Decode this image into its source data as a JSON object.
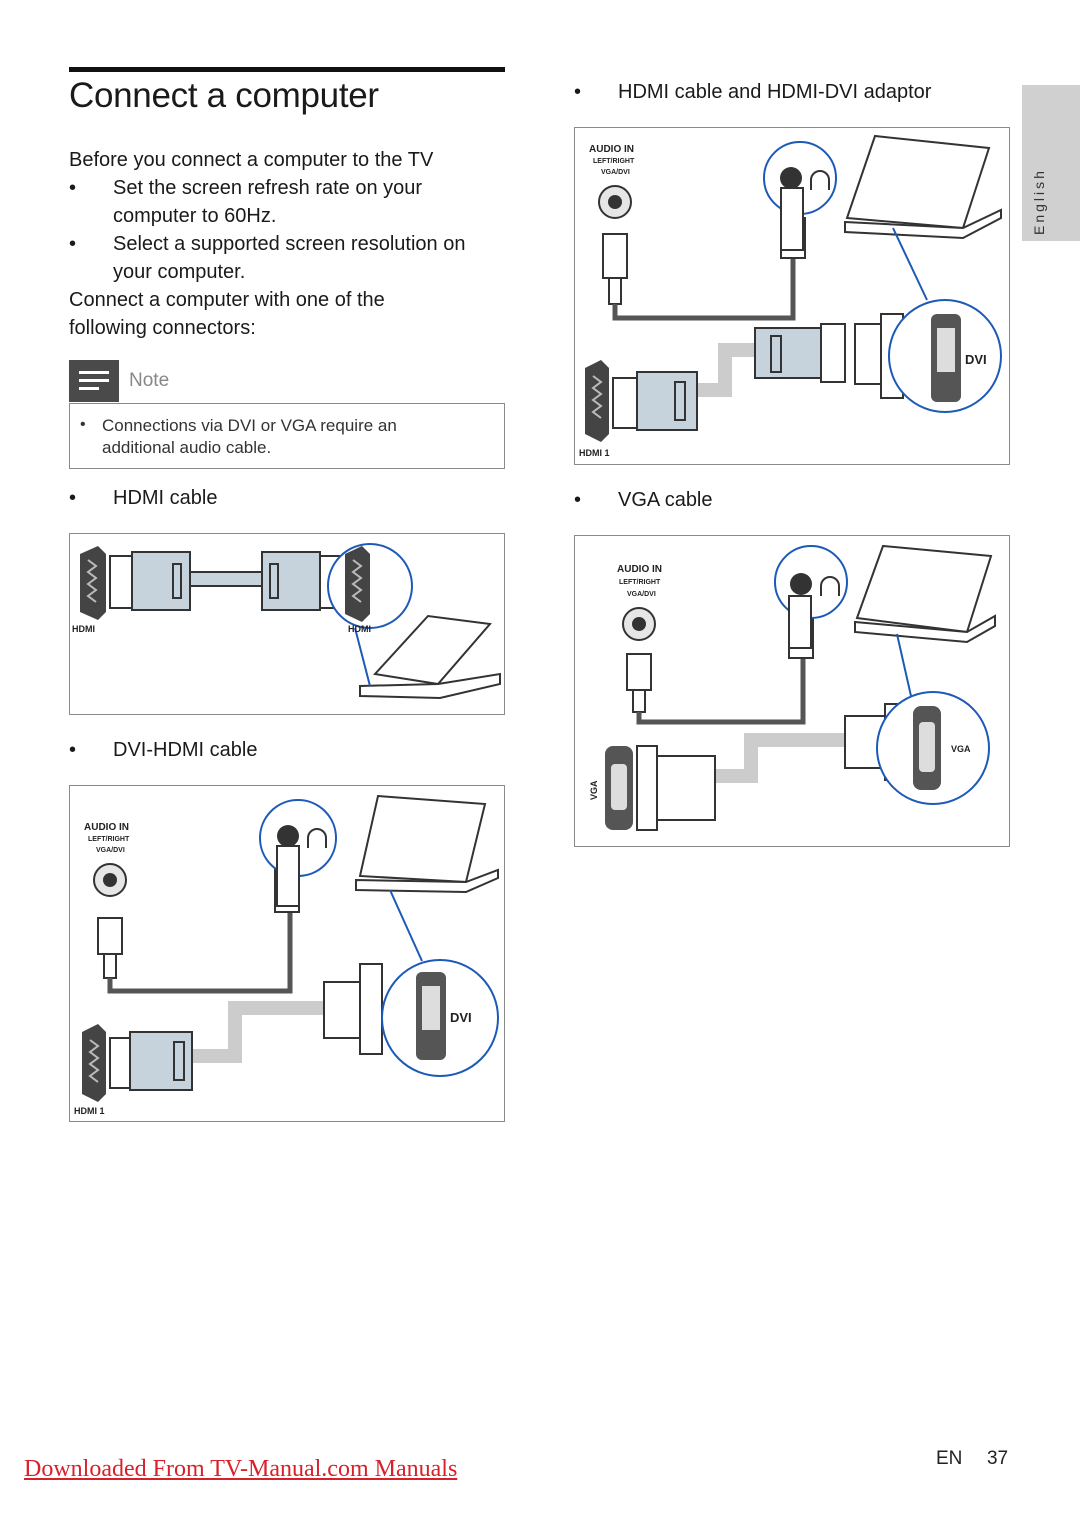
{
  "heading": {
    "title": "Connect a computer"
  },
  "intro": {
    "before_heading": "Before you connect a computer to the TV",
    "bullet_char": "•",
    "steps": [
      {
        "line1": "Set the screen refresh rate on your",
        "line2": "computer to 60Hz."
      },
      {
        "line1": "Select a supported screen resolution on",
        "line2": "your computer."
      }
    ],
    "connect_line1": "Connect a computer with one of the",
    "connect_line2": "following connectors:"
  },
  "note": {
    "label": "Note",
    "bullet_char": "•",
    "line1": "Connections via DVI or VGA require an",
    "line2": "additional audio cable."
  },
  "sections": {
    "hdmi": "HDMI cable",
    "dvi_hdmi": "DVI-HDMI cable",
    "hdmi_dvi_adaptor": "HDMI cable and HDMI-DVI adaptor",
    "vga": "VGA cable"
  },
  "diagram_labels": {
    "hdmi": "HDMI",
    "hdmi1": "HDMI 1",
    "audio_in": "AUDIO IN",
    "left_right": "LEFT/RIGHT",
    "vga_dvi": "VGA/DVI",
    "dvi": "DVI",
    "vga": "VGA"
  },
  "side_tab": {
    "label": "English"
  },
  "footer": {
    "link": "Downloaded From TV-Manual.com Manuals",
    "lang": "EN",
    "page": "37"
  }
}
